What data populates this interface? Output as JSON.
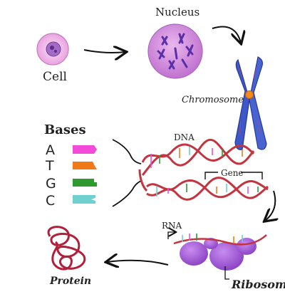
{
  "labels": {
    "cell": "Cell",
    "nucleus": "Nucleus",
    "chromosome": "Chromosome",
    "bases": "Bases",
    "dna": "DNA",
    "gene": "Gene",
    "rna": "RNA",
    "ribosome": "Ribosome",
    "protein": "Protein"
  },
  "bases": [
    {
      "letter": "A",
      "color": "#f24bd8"
    },
    {
      "letter": "T",
      "color": "#f07a18"
    },
    {
      "letter": "G",
      "color": "#2f9b2f"
    },
    {
      "letter": "C",
      "color": "#6fd0cf"
    }
  ],
  "colors": {
    "cell_fill": "#f4c6ef",
    "cell_nucleus": "#a567c8",
    "nucleus_fill": "#d79be3",
    "chromosome_blue": "#3f58c9",
    "centromere": "#f08a1c",
    "dna_red": "#c3343f",
    "ribosome": "#a45ad8",
    "protein": "#b21f3a"
  }
}
